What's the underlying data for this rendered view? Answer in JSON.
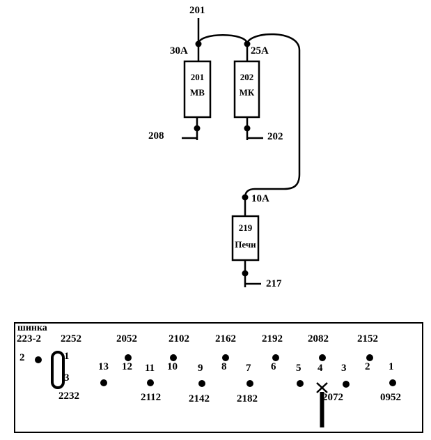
{
  "colors": {
    "ink": "#000000",
    "paper": "#ffffff"
  },
  "schematic": {
    "source_label": "201",
    "fuses": [
      {
        "rating": "30A",
        "line1": "201",
        "line2": "МВ",
        "out_label": "208"
      },
      {
        "rating": "25A",
        "line1": "202",
        "line2": "МК",
        "out_label": "202"
      },
      {
        "rating": "10A",
        "line1": "219",
        "line2": "Печи",
        "out_label": "217"
      }
    ]
  },
  "terminal_block": {
    "title": "шинка",
    "top_labels": [
      "223-2",
      "2252",
      "2052",
      "2102",
      "2162",
      "2192",
      "2082",
      "2152"
    ],
    "left_terminal_number": "2",
    "slot_top_label": "1",
    "slot_bottom_label": "3",
    "terminal_numbers": [
      "13",
      "12",
      "11",
      "10",
      "9",
      "8",
      "7",
      "6",
      "5",
      "4",
      "3",
      "2",
      "1"
    ],
    "bottom_labels": [
      "2232",
      "2112",
      "2142",
      "2182",
      "2072",
      "0952"
    ]
  }
}
